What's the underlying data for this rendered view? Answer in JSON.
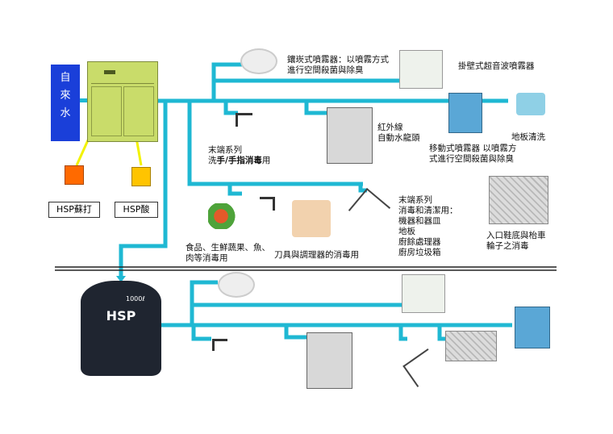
{
  "source": {
    "label": "自\n來\n水"
  },
  "chemicals": {
    "soda": "HSP蘇打",
    "acid": "HSP酸"
  },
  "tank": {
    "brand": "HSP",
    "capacity": "1000ℓ"
  },
  "labels": {
    "ceiling": "鑲崁式噴霧器：以噴霧方式\n進行空間殺菌與除臭",
    "wall": "掛壁式超音波噴霧器",
    "faucet_sensor": "紅外線\n自動水龍頭",
    "floor_clean": "地板清洗",
    "mobile": "移動式噴霧器 以噴霧方\n式進行空間殺菌與除臭",
    "hand_pre": "末端系列\n洗",
    "hand_bold": "手/手指消毒",
    "hand_post": "用",
    "food": "食品、生鮮蔬果、魚、\n肉等消毒用",
    "knife": "刀具與調理器的消毒用",
    "terminal": "末端系列\n消毒和清潔用：\n機器和器皿\n地板\n廚餘處理器\n廚房垃圾箱",
    "shoe": "入口鞋底與枱車\n輪子之消毒"
  },
  "colors": {
    "pipe": "#1fb8d3",
    "cabinet": "#c9dc6a",
    "source": "#1a3fd9",
    "soda": "#ff6a00",
    "acid": "#ffc400",
    "tank": "#1f2530"
  }
}
